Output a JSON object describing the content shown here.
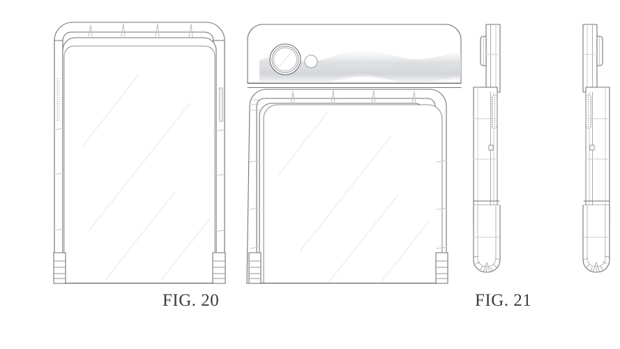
{
  "document": {
    "type": "patent-design-drawing",
    "subject": "foldable flip smartphone",
    "background_color": "#ffffff",
    "line_color": "#6f7276",
    "shade_color": "#d9dbdd",
    "caption_color": "#3b3b3b"
  },
  "figures": [
    {
      "id": "fig20",
      "caption": "FIG. 20",
      "description": "front elevation views of the foldable device, unfolded and folded-back",
      "views": [
        {
          "id": "fig20-front-unfolded",
          "name": "front view unfolded",
          "features": [
            "rounded-rectangle housing",
            "full-face display panel",
            "top edge hinge tick marks",
            "left edge speaker perforations",
            "right edge side button",
            "bottom hinge band stack",
            "diagonal surface reflection lines"
          ]
        },
        {
          "id": "fig20-rear-folded",
          "name": "rear view with cover screen",
          "features": [
            "camera lens ring",
            "flash dot",
            "textured wave band on cover",
            "fold seam line",
            "lower display panel",
            "bottom hinge band stack"
          ]
        }
      ]
    },
    {
      "id": "fig21",
      "caption": "FIG. 21",
      "description": "left and right side elevation views of the folded device",
      "views": [
        {
          "id": "fig21-left-side",
          "name": "left side view",
          "features": [
            "camera bump protrusion",
            "pill-shaped perforated speaker grille",
            "small square side key",
            "hinge seam line",
            "U-shaped folded hinge with segmented arc"
          ]
        },
        {
          "id": "fig21-right-side",
          "name": "right side view",
          "features": [
            "camera bump protrusion",
            "pill-shaped perforated speaker grille",
            "small square side key",
            "hinge seam line",
            "U-shaped folded hinge with segmented arc"
          ]
        }
      ]
    }
  ]
}
